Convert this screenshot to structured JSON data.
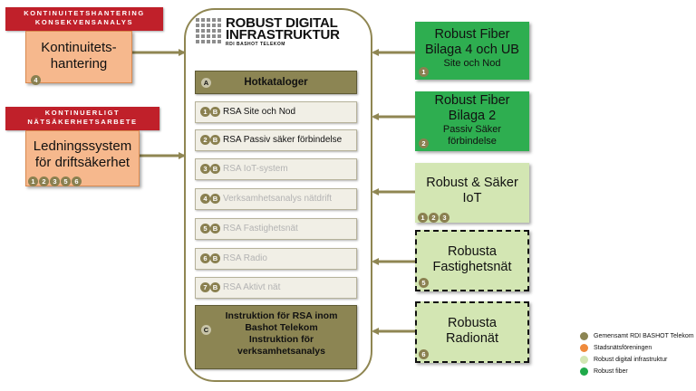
{
  "left": {
    "top": {
      "banner_line1": "KONTINUITETSHANTERING",
      "banner_line2": "KONSEKVENSANALYS",
      "title_line1": "Kontinuitets-",
      "title_line2": "hantering",
      "badges": [
        "4"
      ]
    },
    "mid": {
      "banner_line1": "KONTINUERLIGT",
      "banner_line2": "NÄTSÄKERHETSARBETE",
      "title_line1": "Ledningssystem",
      "title_line2": "för driftsäkerhet",
      "badges": [
        "1",
        "2",
        "3",
        "5",
        "6"
      ]
    }
  },
  "center": {
    "logo_line1": "ROBUST DIGITAL",
    "logo_line2": "INFRASTRUKTUR",
    "logo_sub": "RDI BASHOT TELEKOM",
    "hot_badge": "A",
    "hot_label": "Hotkataloger",
    "items": [
      {
        "n": "1",
        "b": "B",
        "label": "RSA Site och Nod"
      },
      {
        "n": "2",
        "b": "B",
        "label": "RSA Passiv säker förbindelse"
      },
      {
        "n": "3",
        "b": "B",
        "label": "RSA IoT-system"
      },
      {
        "n": "4",
        "b": "B",
        "label": "Verksamhetsanalys nätdrift"
      },
      {
        "n": "5",
        "b": "B",
        "label": "RSA Fastighetsnät"
      },
      {
        "n": "6",
        "b": "B",
        "label": "RSA Radio"
      },
      {
        "n": "7",
        "b": "B",
        "label": "RSA Aktivt nät"
      }
    ],
    "instr_badge": "C",
    "instr_line1": "Instruktion för RSA inom",
    "instr_line2": "Bashot Telekom",
    "instr_line3": "Instruktion för",
    "instr_line4": "verksamhetsanalys"
  },
  "right": {
    "r1": {
      "line1": "Robust Fiber",
      "line2": "Bilaga 4 och UB",
      "sub1": "Site och Nod",
      "badge": "1"
    },
    "r2": {
      "line1": "Robust Fiber",
      "line2": "Bilaga 2",
      "sub1": "Passiv Säker",
      "sub2": "förbindelse",
      "badge": "2"
    },
    "r3": {
      "line1": "Robust & Säker",
      "line2": "IoT",
      "badges": [
        "1",
        "2",
        "3"
      ]
    },
    "r4": {
      "line1": "Robusta",
      "line2": "Fastighetsnät",
      "badge": "5"
    },
    "r5": {
      "line1": "Robusta",
      "line2": "Radionät",
      "badge": "6"
    }
  },
  "legend": [
    {
      "label": "Gemensamt RDI BASHOT Telekom",
      "color": "#8c8553"
    },
    {
      "label": "Stadsnätsföreningen",
      "color": "#ef8a3c"
    },
    {
      "label": "Robust digital infrastruktur",
      "color": "#d3e6b3"
    },
    {
      "label": "Robust fiber",
      "color": "#1faa4a"
    }
  ]
}
